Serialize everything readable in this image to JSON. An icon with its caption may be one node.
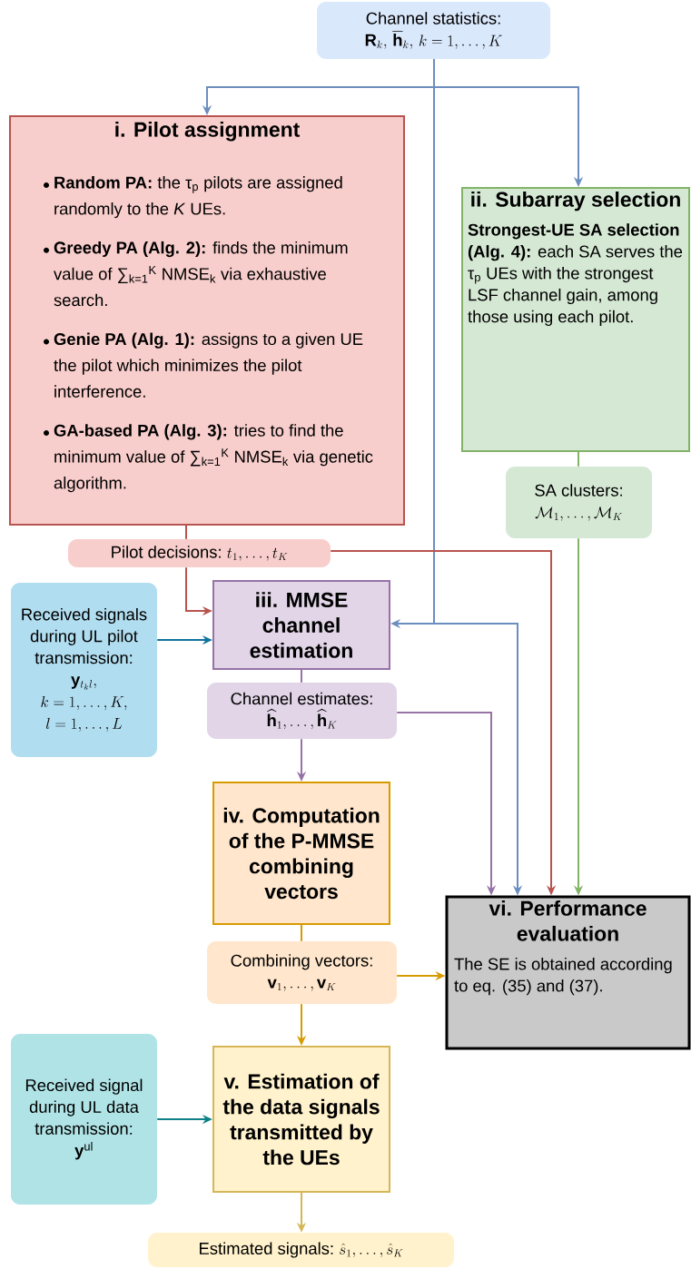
{
  "diagram": {
    "nodes": [
      {
        "text": [
          "Channel statistics:",
          "\\mathbf{R}_k,\\, \\overline{\\mathbf{h}}_k,\\, k=1,\\ldots,K"
        ]
      },
      {
        "text": [
          "i. Pilot assignment",
          "**Random PA:** the τ$_{p}$ pilots are assigned randomly to the *K* UEs.",
          "**Greedy PA (Alg. 2):** finds the minimum value of ∑$_{k=1}$$^{K}$ NMSE$_{k}$ via exhaustive search.",
          "**Genie PA (Alg. 1):** assigns to a given UE the pilot which minimizes the pilot interference.",
          "**GA-based PA (Alg. 3):** tries to find the minimum value of ∑$_{k=1}$$^{K}$ NMSE$_{k}$ via genetic algorithm."
        ]
      },
      {
        "text": [
          "ii. Subarray selection",
          "**Strongest-UE SA selection (Alg. 4):** each SA serves the τ$_{p}$ UEs with the strongest LSF channel gain, among those using each pilot."
        ]
      },
      {
        "text": [
          "SA clusters:",
          "\\mathcal{M}_1,\\ldots,\\mathcal{M}_K"
        ]
      },
      {
        "text": [
          "Pilot decisions:",
          "t_1,\\ldots,t_K"
        ]
      },
      {
        "text": [
          "Received signals during UL pilot transmission:",
          "\\mathbf{y}_{t_k l},",
          "k=1,\\ldots,K,",
          "l=1,\\ldots,L"
        ]
      },
      {
        "text": [
          "iii. MMSE channel estimation"
        ]
      },
      {
        "text": [
          "Channel estimates:",
          "\\widehat{\\mathbf{h}}_1,\\ldots,\\widehat{\\mathbf{h}}_K"
        ]
      },
      {
        "text": [
          "iv. Computation of the P-MMSE combining vectors"
        ]
      },
      {
        "text": [
          "Combining vectors:",
          "\\mathbf{v}_1,\\ldots,\\mathbf{v}_K"
        ]
      },
      {
        "text": [
          "vi. Performance evaluation",
          "The SE is obtained according to eq. (35) and (37)."
        ]
      },
      {
        "text": [
          "Received signal during UL data transmission:",
          "\\mathbf{y}^{\\mathrm{ul}}"
        ]
      },
      {
        "text": [
          "v. Estimation of the data signals transmitted by the UEs"
        ]
      },
      {
        "text": [
          "Estimated signals:",
          "\\hat{s}_1,\\ldots,\\hat{s}_K"
        ]
      }
    ],
    "edges": [
      {
        "from": 0,
        "to": 1,
        "arrow": "to",
        "color": "#6c8ebf"
      },
      {
        "from": 0,
        "to": 2,
        "arrow": "to",
        "color": "#6c8ebf"
      },
      {
        "from": 0,
        "to": 6,
        "arrow": "to",
        "color": "#6c8ebf"
      },
      {
        "from": 0,
        "to": 10,
        "arrow": "to",
        "color": "#6c8ebf"
      },
      {
        "from": 1,
        "to": 4,
        "arrow": "none",
        "color": "#b85450"
      },
      {
        "from": 4,
        "to": 6,
        "arrow": "to",
        "color": "#b85450"
      },
      {
        "from": 4,
        "to": 10,
        "arrow": "to",
        "color": "#b85450"
      },
      {
        "from": 2,
        "to": 3,
        "arrow": "none",
        "color": "#82b366"
      },
      {
        "from": 3,
        "to": 10,
        "arrow": "to",
        "color": "#82b366"
      },
      {
        "from": 5,
        "to": 6,
        "arrow": "to",
        "color": "#10739e"
      },
      {
        "from": 6,
        "to": 7,
        "arrow": "none",
        "color": "#9673a6"
      },
      {
        "from": 7,
        "to": 8,
        "arrow": "to",
        "color": "#9673a6"
      },
      {
        "from": 7,
        "to": 10,
        "arrow": "to",
        "color": "#9673a6"
      },
      {
        "from": 8,
        "to": 9,
        "arrow": "none",
        "color": "#d79b00"
      },
      {
        "from": 9,
        "to": 12,
        "arrow": "to",
        "color": "#d79b00"
      },
      {
        "from": 9,
        "to": 10,
        "arrow": "to",
        "color": "#d79b00"
      },
      {
        "from": 11,
        "to": 12,
        "arrow": "to",
        "color": "#0e8088"
      },
      {
        "from": 12,
        "to": 13,
        "arrow": "to",
        "color": "#d6b656"
      }
    ]
  }
}
